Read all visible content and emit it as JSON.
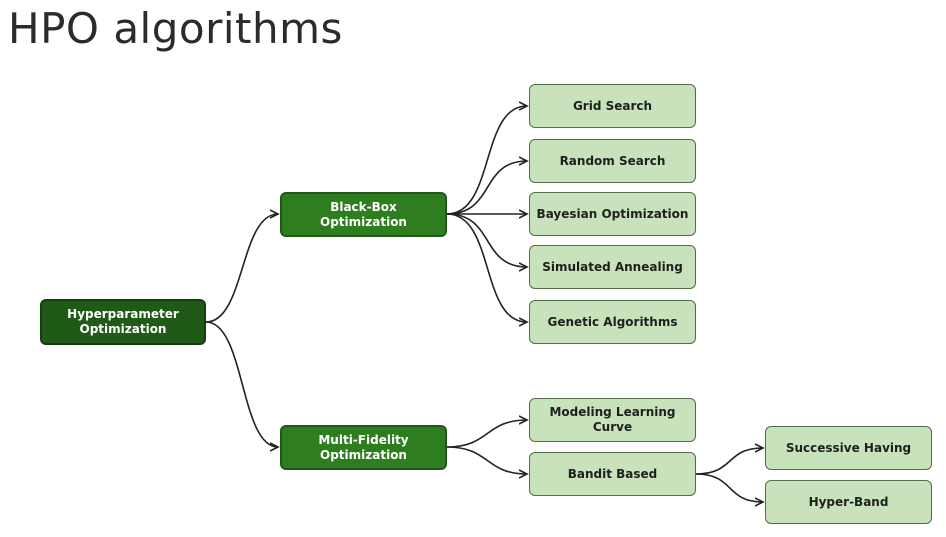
{
  "title": "HPO algorithms",
  "colors": {
    "root": "#1f5a16",
    "branch": "#2e7d1f",
    "leaf": "#c8e3bc",
    "edge": "#222222"
  },
  "diagram": {
    "root": {
      "label": "Hyperparameter\nOptimization"
    },
    "branches": [
      {
        "label": "Black-Box\nOptimization",
        "children": [
          "Grid Search",
          "Random Search",
          "Bayesian Optimization",
          "Simulated Annealing",
          "Genetic Algorithms"
        ]
      },
      {
        "label": "Multi-Fidelity\nOptimization",
        "children": [
          "Modeling Learning\nCurve",
          "Bandit Based"
        ],
        "bandit_children": [
          "Successive Having",
          "Hyper-Band"
        ]
      }
    ]
  }
}
